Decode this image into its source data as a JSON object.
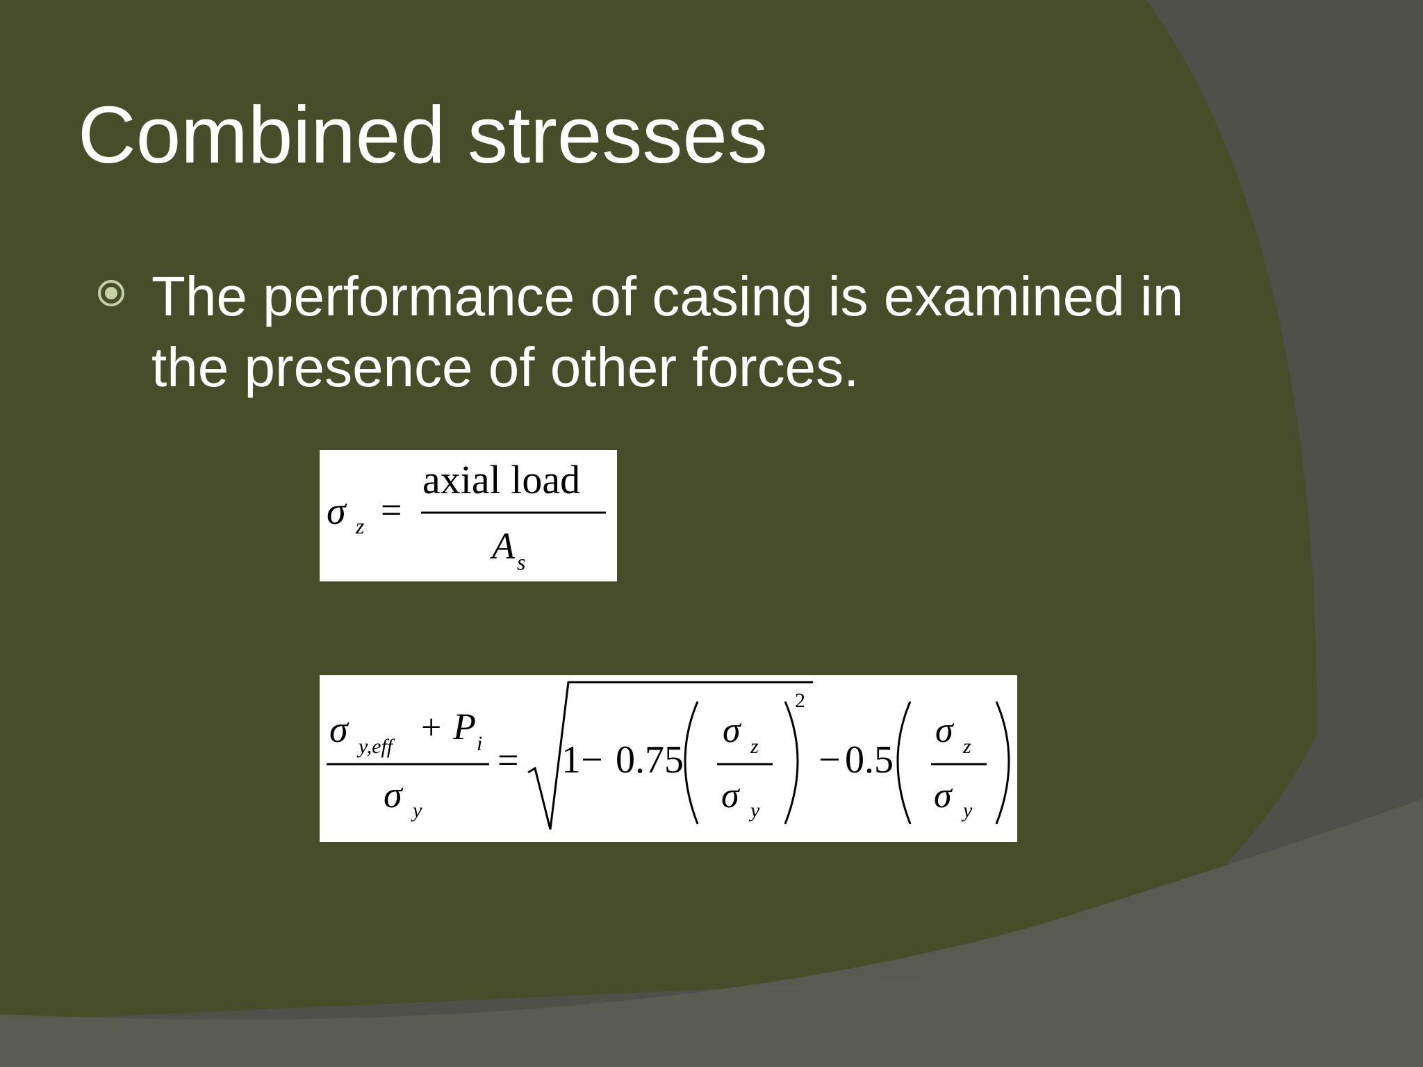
{
  "slide": {
    "title": "Combined stresses",
    "bullets": [
      {
        "text": "The performance of casing is examined in the presence of other forces.",
        "icon": "circled-dot-icon"
      }
    ],
    "colors": {
      "background_olive": "#474d29",
      "background_gray": "#4f5049",
      "band_gray": "#5b5c52",
      "text": "#ffffff",
      "bullet": "#c7cfa6"
    }
  },
  "formula1": {
    "lhs_symbol": "σ",
    "lhs_subscript": "z",
    "equals": "=",
    "numerator": "axial load",
    "denominator_symbol": "A",
    "denominator_subscript": "s"
  },
  "formula2": {
    "num_sigma": "σ",
    "num_sigma_subscript": "y,eff",
    "num_plus": "+",
    "num_p": "P",
    "num_p_subscript": "i",
    "den_sigma": "σ",
    "den_sigma_subscript": "y",
    "equals": "=",
    "term1": "1",
    "minus1": "−",
    "coef1": "0.75",
    "ratio1_num_symbol": "σ",
    "ratio1_num_subscript": "z",
    "ratio1_den_symbol": "σ",
    "ratio1_den_subscript": "y",
    "exponent": "2",
    "minus2": "−",
    "coef2": "0.5",
    "ratio2_num_symbol": "σ",
    "ratio2_num_subscript": "z",
    "ratio2_den_symbol": "σ",
    "ratio2_den_subscript": "y"
  }
}
